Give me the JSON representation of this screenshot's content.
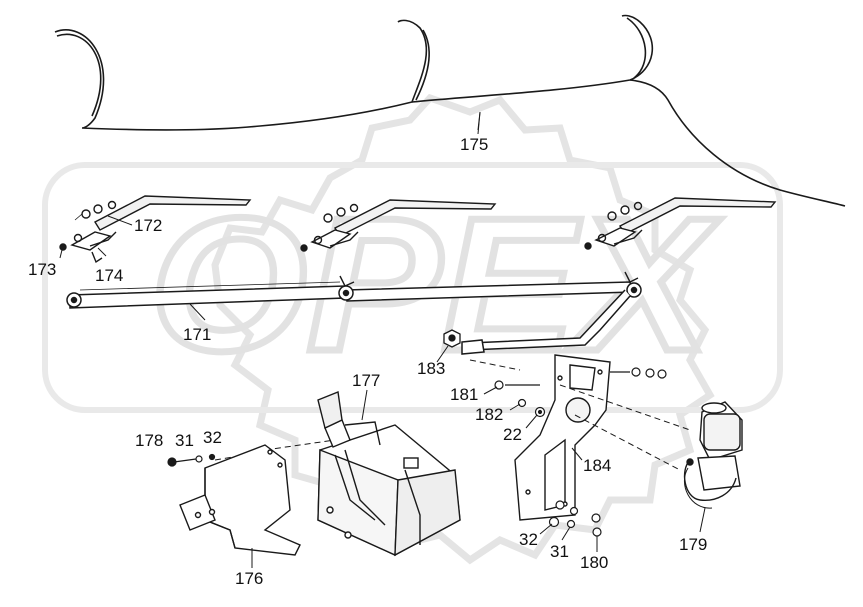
{
  "watermark": {
    "text": "OPEX",
    "color": "#e6e6e6"
  },
  "colors": {
    "line": "#1a1a1a",
    "label": "#111111",
    "background": "#ffffff"
  },
  "callouts": [
    {
      "id": "175",
      "text": "175"
    },
    {
      "id": "172",
      "text": "172"
    },
    {
      "id": "173",
      "text": "173"
    },
    {
      "id": "174",
      "text": "174"
    },
    {
      "id": "171",
      "text": "171"
    },
    {
      "id": "183",
      "text": "183"
    },
    {
      "id": "177",
      "text": "177"
    },
    {
      "id": "181",
      "text": "181"
    },
    {
      "id": "182",
      "text": "182"
    },
    {
      "id": "22",
      "text": "22"
    },
    {
      "id": "178",
      "text": "178"
    },
    {
      "id": "31a",
      "text": "31"
    },
    {
      "id": "32a",
      "text": "32"
    },
    {
      "id": "184",
      "text": "184"
    },
    {
      "id": "176",
      "text": "176"
    },
    {
      "id": "32b",
      "text": "32"
    },
    {
      "id": "31b",
      "text": "31"
    },
    {
      "id": "180",
      "text": "180"
    },
    {
      "id": "179",
      "text": "179"
    }
  ]
}
